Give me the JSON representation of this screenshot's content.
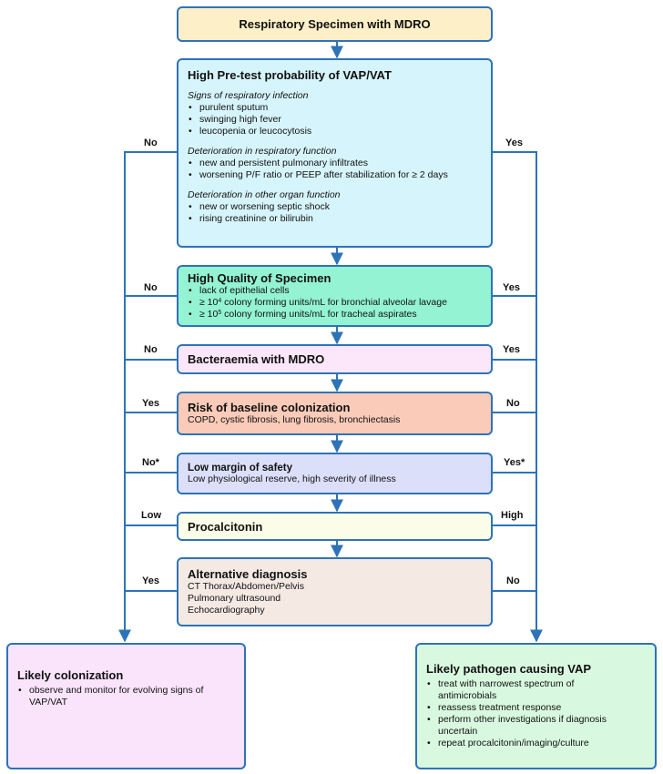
{
  "start": {
    "title": "Respiratory Specimen with MDRO"
  },
  "pretest": {
    "title": "High Pre-test probability of VAP/VAT",
    "groups": [
      {
        "heading": "Signs of respiratory infection",
        "items": [
          "purulent sputum",
          "swinging high fever",
          "leucopenia or leucocytosis"
        ]
      },
      {
        "heading": "Deterioration in respiratory function",
        "items": [
          "new and persistent pulmonary  infiltrates",
          "worsening P/F ratio or PEEP after stabilization for ≥ 2 days"
        ]
      },
      {
        "heading": "Deterioration in other organ function",
        "items": [
          "new or worsening septic shock",
          "rising creatinine or bilirubin"
        ]
      }
    ]
  },
  "quality": {
    "title": "High Quality of Specimen",
    "items": [
      "lack of epithelial cells"
    ],
    "bal": {
      "prefix": "≥ 10",
      "exp": "4",
      "suffix": " colony forming units/mL for bronchial  alveolar lavage"
    },
    "ta": {
      "prefix": "≥ 10",
      "exp": "5",
      "suffix": " colony forming units/mL for tracheal aspirates"
    }
  },
  "bacteraemia": {
    "title": "Bacteraemia with MDRO"
  },
  "risk": {
    "title": "Risk of baseline colonization",
    "text": "COPD, cystic fibrosis, lung fibrosis, bronchiectasis"
  },
  "safety": {
    "title": "Low margin of safety",
    "text": "Low physiological reserve, high severity of illness"
  },
  "pct": {
    "title": "Procalcitonin"
  },
  "alt": {
    "title": "Alternative diagnosis",
    "lines": [
      "CT Thorax/Abdomen/Pelvis",
      "Pulmonary ultrasound",
      "Echocardiography"
    ]
  },
  "colonization": {
    "title": "Likely colonization",
    "items": [
      "observe and monitor for evolving signs of VAP/VAT"
    ]
  },
  "pathogen": {
    "title": "Likely pathogen causing VAP",
    "items": [
      "treat with narrowest spectrum of antimicrobials",
      "reassess treatment response",
      "perform other investigations if diagnosis uncertain",
      "repeat procalcitonin/imaging/culture"
    ]
  },
  "labels": {
    "pretest": {
      "left": "No",
      "right": "Yes"
    },
    "quality": {
      "left": "No",
      "right": "Yes"
    },
    "bact": {
      "left": "No",
      "right": "Yes"
    },
    "risk": {
      "left": "Yes",
      "right": "No"
    },
    "safety": {
      "left": "No*",
      "right": "Yes*"
    },
    "pct": {
      "left": "Low",
      "right": "High"
    },
    "alt": {
      "left": "Yes",
      "right": "No"
    }
  },
  "colors": {
    "border": "#2e73b8",
    "start": "#fdefc7",
    "pretest": "#d6f4fb",
    "quality": "#93f3d2",
    "bacteraemia": "#fce7fa",
    "risk": "#f9cbb8",
    "safety": "#dcdffa",
    "pct": "#fcfde8",
    "alt": "#f5e9e4",
    "colonization": "#f9e4fb",
    "pathogen": "#d8f9e0"
  }
}
